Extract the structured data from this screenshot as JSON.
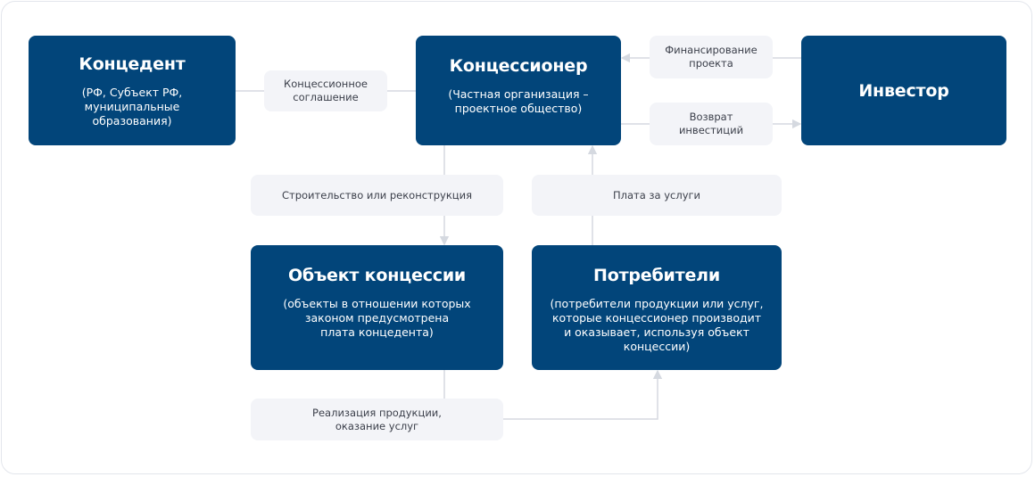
{
  "colors": {
    "box_fill": "#02457A",
    "tag_fill": "#F3F4F8",
    "connector": "#D5D9E0"
  },
  "boxes": {
    "concedent": {
      "title": "Концедент",
      "desc": "(РФ, Субъект РФ,\nмуниципальные\nобразования)"
    },
    "concessionaire": {
      "title": "Концессионер",
      "desc": "(Частная организация –\nпроектное общество)"
    },
    "investor": {
      "title": "Инвестор"
    },
    "concession_object": {
      "title": "Объект концессии",
      "desc": "(объекты в отношении которых\nзаконом предусмотрена\nплата концедента)"
    },
    "consumers": {
      "title": "Потребители",
      "desc": "(потребители продукции или услуг,\nкоторые концессионер производит\nи оказывает, используя объект\nконцессии)"
    }
  },
  "tags": {
    "concession_agreement": "Концессионное\nсоглашение",
    "project_financing": "Финансирование\nпроекта",
    "investment_return": "Возврат\nинвестиций",
    "construction": "Строительство или реконструкция",
    "service_fee": "Плата за услуги",
    "product_sales": "Реализация продукции,\nоказание услуг"
  }
}
